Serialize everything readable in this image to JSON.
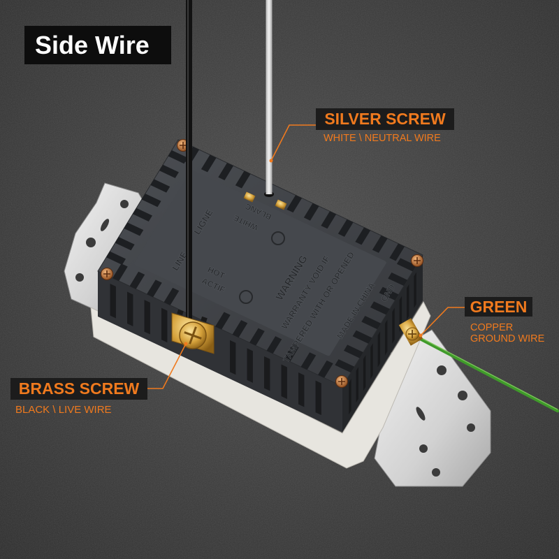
{
  "title": "Side Wire",
  "callouts": {
    "silver_screw": {
      "label": "SILVER SCREW",
      "description": "WHITE \\ NEUTRAL WIRE"
    },
    "green": {
      "label": "GREEN",
      "description_lines": [
        "COPPER",
        "GROUND WIRE"
      ]
    },
    "brass_screw": {
      "label": "BRASS SCREW",
      "description": "BLACK \\ LIVE WIRE"
    }
  },
  "device_markings": {
    "warning": "WARNING",
    "warranty": "WARRANTY VOID IF",
    "tampered": "TAMPERED WITH OR OPENED",
    "origin": "MADE IN CHINA",
    "ground": "GND",
    "line": "LINE",
    "ligne": "LIGNE",
    "hot": "HOT",
    "actif": "ACTIF",
    "white": "WHITE",
    "blanc": "BLANC"
  },
  "colors": {
    "accent": "#f07a1e",
    "callout_background": "#1c1c1c",
    "title_background": "#0d0d0d",
    "live_wire": "#121212",
    "ground_wire": "#3f9a2a"
  }
}
